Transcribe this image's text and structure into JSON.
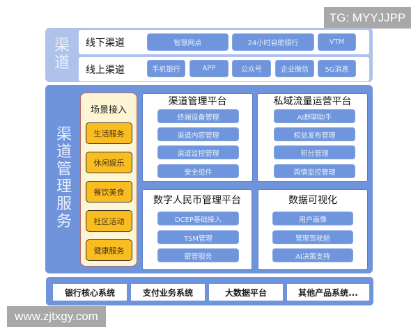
{
  "watermarks": {
    "top_right": "TG: MYYJJPP",
    "bottom_left": "www.zjtxgy.com"
  },
  "colors": {
    "top_panel": "#afc3ea",
    "service_panel": "#6f94dc",
    "blue_button": "#6f95dc",
    "scene_button": "#f9bd22",
    "scene_box_fill": "#fdf5d3",
    "scene_box_border": "#b26a6a"
  },
  "channel_layer": {
    "label_chars": [
      "渠",
      "道"
    ],
    "rows": [
      {
        "label": "线下渠道",
        "buttons": [
          {
            "label": "智慧网点"
          },
          {
            "label": "24小时自助银行"
          },
          {
            "label": "VTM"
          }
        ]
      },
      {
        "label": "线上渠道",
        "buttons": [
          {
            "label": "手机银行"
          },
          {
            "label": "APP"
          },
          {
            "label": "公众号"
          },
          {
            "label": "企业微信"
          },
          {
            "label": "5G消息"
          }
        ]
      }
    ]
  },
  "service_layer": {
    "label_chars": [
      "渠",
      "道",
      "管",
      "理",
      "服",
      "务"
    ],
    "scene_access": {
      "title": "场景接入",
      "items": [
        {
          "label": "生活服务"
        },
        {
          "label": "休闲娱乐"
        },
        {
          "label": "餐饮美食"
        },
        {
          "label": "社区活动"
        },
        {
          "label": "健康服务"
        }
      ]
    },
    "platforms": [
      {
        "title": "渠道管理平台",
        "items": [
          {
            "label": "终端设备管理"
          },
          {
            "label": "渠道内容管理"
          },
          {
            "label": "渠道监控管理"
          },
          {
            "label": "安全组件"
          }
        ]
      },
      {
        "title": "私域流量运营平台",
        "items": [
          {
            "label": "AI群聊助手"
          },
          {
            "label": "权益发布管理"
          },
          {
            "label": "积分管理"
          },
          {
            "label": "舆情监控管理"
          }
        ]
      },
      {
        "title": "数字人民币管理平台",
        "items": [
          {
            "label": "DCEP基础接入"
          },
          {
            "label": "TSM管理"
          },
          {
            "label": "密管服务"
          }
        ]
      },
      {
        "title": "数据可视化",
        "items": [
          {
            "label": "用户画像"
          },
          {
            "label": "管理驾驶舱"
          },
          {
            "label": "AI决策支持"
          }
        ]
      }
    ]
  },
  "core_layer": {
    "systems": [
      {
        "label": "银行核心系统"
      },
      {
        "label": "支付业务系统"
      },
      {
        "label": "大数据平台"
      },
      {
        "label": "其他产品系统..."
      }
    ]
  }
}
